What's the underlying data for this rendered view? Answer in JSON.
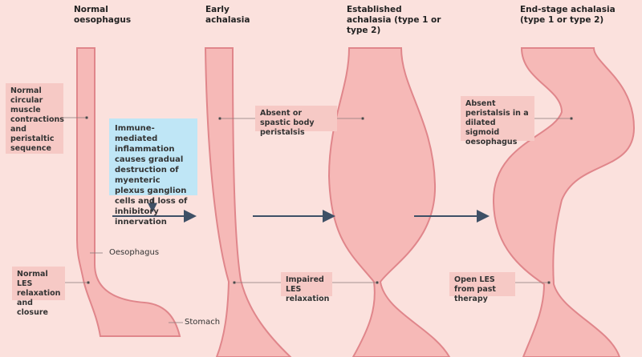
{
  "stages": [
    {
      "title": "Normal oesophagus"
    },
    {
      "title": "Early achalasia"
    },
    {
      "title": "Established achalasia (type 1 or type 2)"
    },
    {
      "title": "End-stage achalasia (type 1 or type 2)"
    }
  ],
  "labels": {
    "normal_contractions": "Normal circular muscle contractions and peristaltic sequence",
    "immune": "Immune-mediated inflammation causes gradual destruction of myenteric plexus ganglion cells and loss of inhibitory innervation",
    "oesophagus": "Oesophagus",
    "normal_les": "Normal LES relaxation and closure",
    "stomach": "Stomach",
    "absent_spastic": "Absent or spastic body peristalsis",
    "impaired_les": "Impaired LES relaxation",
    "absent_sigmoid": "Absent peristalsis in a dilated sigmoid oesophagus",
    "open_les": "Open LES from past therapy"
  },
  "colors": {
    "background": "#fbe1dd",
    "tube_fill": "#f6b9b7",
    "tube_edge": "#e0868b",
    "label_box": "#f6c9c5",
    "info_box": "#bfe6f6",
    "arrow": "#3e5066"
  }
}
